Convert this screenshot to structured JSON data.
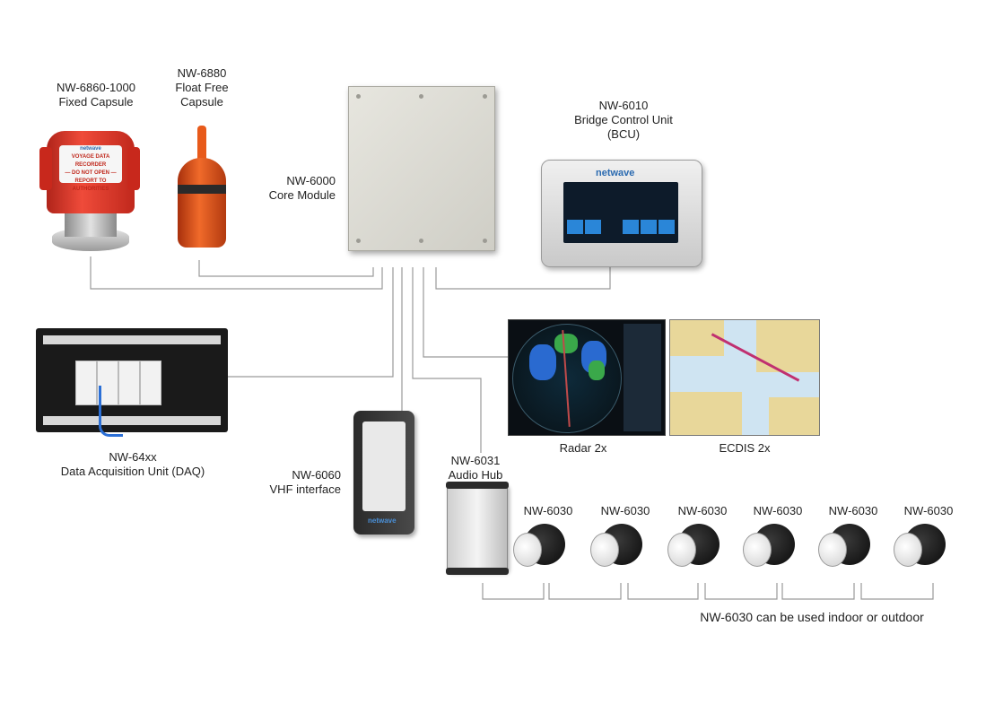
{
  "labels": {
    "fixed_capsule": [
      "NW-6860-1000",
      "Fixed Capsule"
    ],
    "float_capsule": [
      "NW-6880",
      "Float Free",
      "Capsule"
    ],
    "core_module": [
      "NW-6000",
      "Core Module"
    ],
    "bcu": [
      "NW-6010",
      "Bridge Control Unit",
      "(BCU)"
    ],
    "daq": [
      "NW-64xx",
      "Data Acquisition Unit (DAQ)"
    ],
    "vhf": [
      "NW-6060",
      "VHF interface"
    ],
    "audio_hub": [
      "NW-6031",
      "Audio Hub"
    ],
    "radar": "Radar 2x",
    "ecdis": "ECDIS 2x",
    "speaker_label": "NW-6030",
    "speaker_note": "NW-6030 can be used indoor or outdoor"
  },
  "device_text": {
    "capsule_lines": [
      "VOYAGE DATA RECORDER",
      "— DO NOT OPEN —",
      "REPORT TO AUTHORITIES"
    ],
    "brand": "netwave"
  },
  "speakers": [
    "NW-6030",
    "NW-6030",
    "NW-6030",
    "NW-6030",
    "NW-6030",
    "NW-6030"
  ],
  "colors": {
    "wire": "#9a9a9a",
    "capsule_red": "#e23a2c",
    "float_orange": "#e8591c",
    "brand_blue": "#2a86d8"
  }
}
